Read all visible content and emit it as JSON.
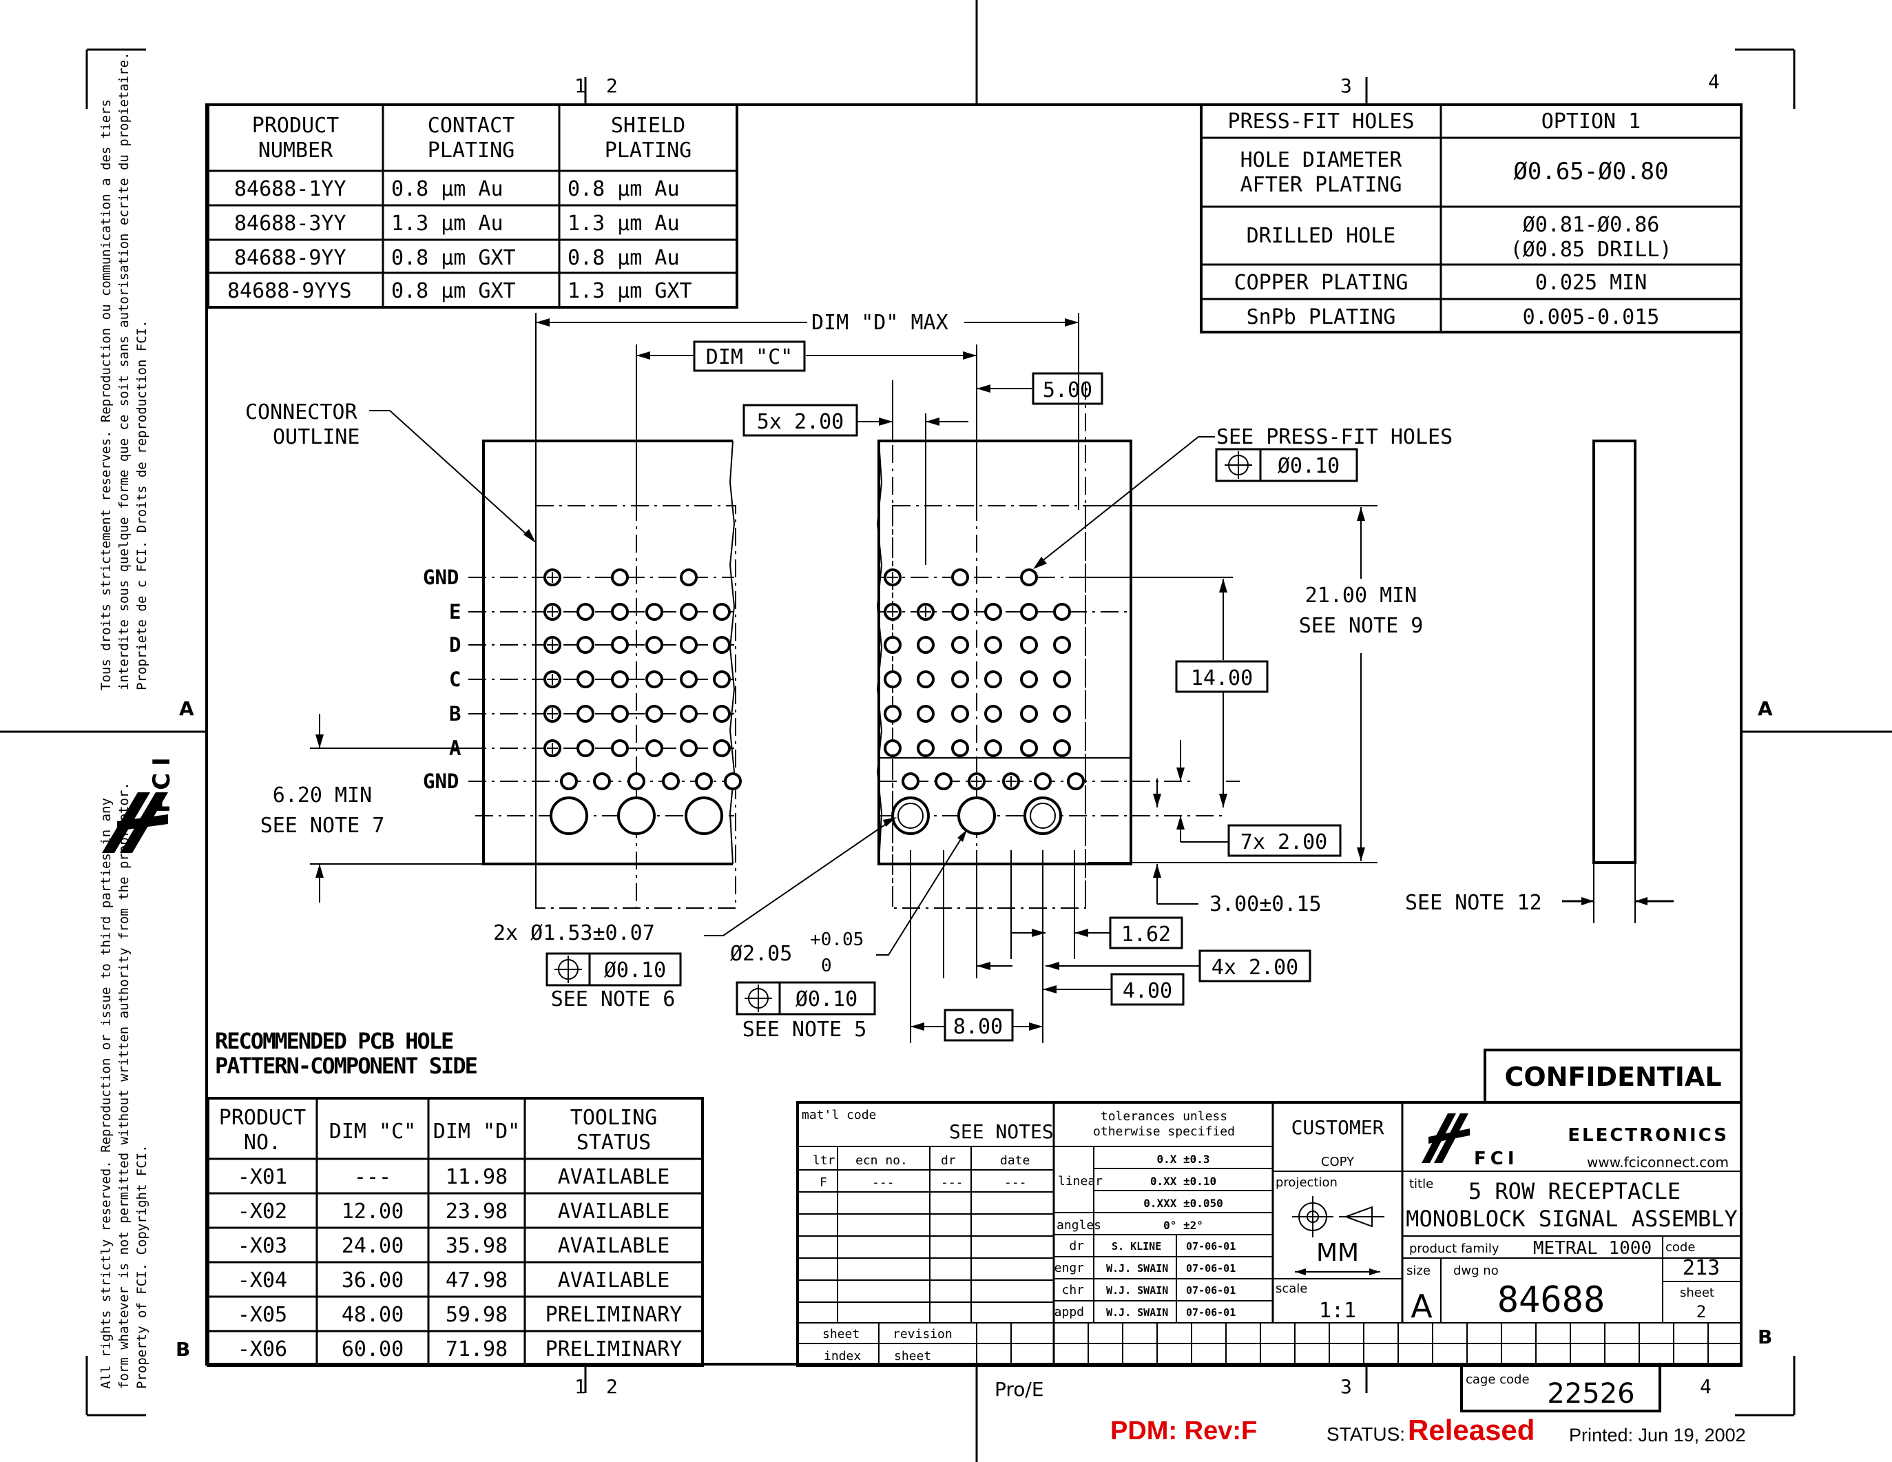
{
  "zones": {
    "top": [
      "1",
      "2",
      "3",
      "4"
    ],
    "bottom": [
      "1",
      "2",
      "3",
      "4"
    ],
    "left": [
      "A",
      "B"
    ],
    "right": [
      "A",
      "B"
    ]
  },
  "rights_notice": {
    "fr_line1": "Tous droits strictement reserves.   Reproduction ou communication a des tiers",
    "fr_line2": "interdite sous quelque forme que ce soit sans autorisation ecrite du propietaire.",
    "fr_line3": "Propriete de c FCI.   Droits de reproduction FCI.",
    "en_line1": "All rights strictly reserved.   Reproduction or issue to third parties in any",
    "en_line2": "form whatever is not permitted without written authority from the proprietor.",
    "en_line3": "Property of FCI.   Copyright FCI."
  },
  "side_logo": "FCI",
  "plating_table": {
    "headers": [
      [
        "PRODUCT",
        "NUMBER"
      ],
      [
        "CONTACT",
        "PLATING"
      ],
      [
        "SHIELD",
        "PLATING"
      ]
    ],
    "rows": [
      [
        "84688-1YY",
        "0.8 µm Au",
        "0.8 µm Au"
      ],
      [
        "84688-3YY",
        "1.3 µm Au",
        "1.3 µm Au"
      ],
      [
        "84688-9YY",
        "0.8 µm GXT",
        "0.8 µm Au"
      ],
      [
        "84688-9YYS",
        "0.8 µm GXT",
        "1.3 µm GXT"
      ]
    ]
  },
  "pressfit_table": {
    "header": [
      "PRESS-FIT HOLES",
      "OPTION 1"
    ],
    "rows": [
      {
        "label": [
          "HOLE DIAMETER",
          "AFTER PLATING"
        ],
        "value": [
          "Ø0.65-Ø0.80"
        ]
      },
      {
        "label": [
          "DRILLED HOLE"
        ],
        "value": [
          "Ø0.81-Ø0.86",
          "(Ø0.85 DRILL)"
        ]
      },
      {
        "label": [
          "COPPER PLATING"
        ],
        "value": [
          "0.025 MIN"
        ]
      },
      {
        "label": [
          "SnPb PLATING"
        ],
        "value": [
          "0.005-0.015"
        ]
      }
    ]
  },
  "drawing": {
    "dim_d": "DIM \"D\" MAX",
    "dim_c": "DIM \"C\"",
    "dim_5x": "5x 2.00",
    "dim_500": "5.00",
    "connector_outline": [
      "CONNECTOR",
      "OUTLINE"
    ],
    "see_pressfit": "SEE PRESS-FIT HOLES",
    "tol_010": "Ø0.10",
    "row_labels": [
      "GND",
      "E",
      "D",
      "C",
      "B",
      "A",
      "GND"
    ],
    "dim_21": [
      "21.00 MIN",
      "SEE NOTE 9"
    ],
    "dim_14": "14.00",
    "dim_620": [
      "6.20 MIN",
      "SEE NOTE 7"
    ],
    "dim_7x": "7x 2.00",
    "dim_300": "3.00±0.15",
    "see_note12": "SEE NOTE 12",
    "hole_153": "2x Ø1.53±0.07",
    "see_note6": "SEE NOTE 6",
    "hole_205": "Ø2.05",
    "hole_205_plus": "+0.05",
    "hole_205_minus": "0",
    "see_note5": "SEE NOTE 5",
    "dim_162": "1.62",
    "dim_4x": "4x 2.00",
    "dim_400": "4.00",
    "dim_800": "8.00",
    "pcb_title": [
      "RECOMMENDED PCB HOLE",
      "PATTERN-COMPONENT SIDE"
    ]
  },
  "dim_table": {
    "headers": [
      [
        "PRODUCT",
        "NO."
      ],
      [
        "DIM \"C\""
      ],
      [
        "DIM \"D\""
      ],
      [
        "TOOLING",
        "STATUS"
      ]
    ],
    "rows": [
      [
        "-X01",
        "---",
        "11.98",
        "AVAILABLE"
      ],
      [
        "-X02",
        "12.00",
        "23.98",
        "AVAILABLE"
      ],
      [
        "-X03",
        "24.00",
        "35.98",
        "AVAILABLE"
      ],
      [
        "-X04",
        "36.00",
        "47.98",
        "AVAILABLE"
      ],
      [
        "-X05",
        "48.00",
        "59.98",
        "PRELIMINARY"
      ],
      [
        "-X06",
        "60.00",
        "71.98",
        "PRELIMINARY"
      ]
    ]
  },
  "title_block": {
    "confidential": "CONFIDENTIAL",
    "matl_code": "mat'l code",
    "see_notes": "SEE NOTES",
    "rev_headers": [
      "ltr",
      "ecn no.",
      "dr",
      "date"
    ],
    "rev_row": [
      "F",
      "---",
      "---",
      "---"
    ],
    "sheet": "sheet",
    "index": "index",
    "revision": "revision",
    "sheet2": "sheet",
    "tol_header": [
      "tolerances unless",
      "otherwise specified"
    ],
    "tol_rows": [
      "0.X ±0.3",
      "0.XX ±0.10",
      "0.XXX ±0.050",
      "0° ±2°"
    ],
    "linear": "linear",
    "angles": "angles",
    "sign_roles": [
      "dr",
      "engr",
      "chr",
      "appd"
    ],
    "sign_names": [
      "S. KLINE",
      "W.J. SWAIN",
      "W.J. SWAIN",
      "W.J. SWAIN"
    ],
    "sign_dates": [
      "07-06-01",
      "07-06-01",
      "07-06-01",
      "07-06-01"
    ],
    "customer": "CUSTOMER",
    "copy": "COPY",
    "projection": "projection",
    "units": "MM",
    "scale_label": "scale",
    "scale": "1:1",
    "company": "ELECTRONICS",
    "logo": "FCI",
    "website": "www.fciconnect.com",
    "title_label": "title",
    "title": [
      "5 ROW RECEPTACLE",
      "MONOBLOCK SIGNAL ASSEMBLY"
    ],
    "family_label": "product family",
    "family": "METRAL 1000",
    "code_label": "code",
    "code": "213",
    "size_label": "size",
    "size": "A",
    "dwg_label": "dwg no",
    "dwg_no": "84688",
    "sheet_label": "sheet",
    "sheet_no": "2",
    "cage_label": "cage code",
    "cage": "22526",
    "proe": "Pro/E"
  },
  "footer": {
    "pdm": "PDM: Rev:F",
    "status_label": "STATUS:",
    "status_value": "Released",
    "printed": "Printed: Jun  19, 2002"
  }
}
